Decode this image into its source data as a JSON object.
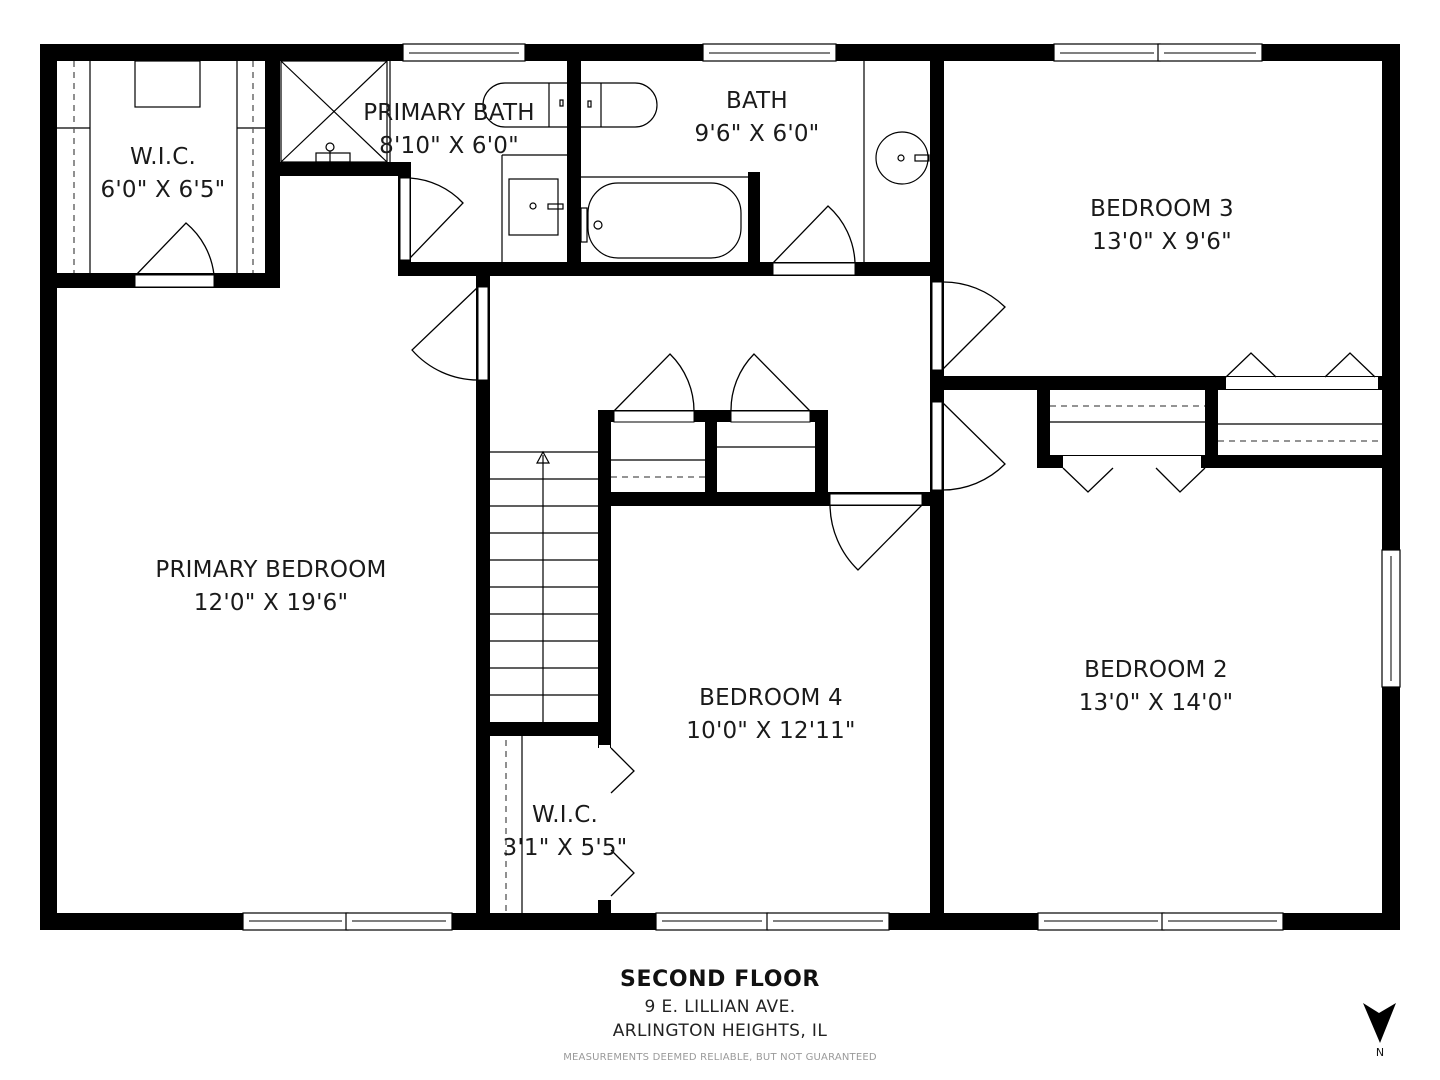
{
  "floor_plan": {
    "colors": {
      "wall": "#000000",
      "background": "#ffffff",
      "line": "#000000",
      "dashed": "#555555",
      "disclaimer": "#9a9a9a"
    },
    "rooms": [
      {
        "id": "wic-primary",
        "name": "W.I.C.",
        "dimensions": "6'0\" X 6'5\""
      },
      {
        "id": "primary-bath",
        "name": "PRIMARY BATH",
        "dimensions": "8'10\" X 6'0\""
      },
      {
        "id": "bath",
        "name": "BATH",
        "dimensions": "9'6\" X 6'0\""
      },
      {
        "id": "bedroom-3",
        "name": "BEDROOM 3",
        "dimensions": "13'0\" X 9'6\""
      },
      {
        "id": "primary-bedroom",
        "name": "PRIMARY BEDROOM",
        "dimensions": "12'0\" X 19'6\""
      },
      {
        "id": "bedroom-4",
        "name": "BEDROOM 4",
        "dimensions": "10'0\" X 12'11\""
      },
      {
        "id": "bedroom-2",
        "name": "BEDROOM 2",
        "dimensions": "13'0\" X 14'0\""
      },
      {
        "id": "wic-bedroom4",
        "name": "W.I.C.",
        "dimensions": "3'1\" X 5'5\""
      }
    ],
    "footer": {
      "title": "SECOND FLOOR",
      "address_line1": "9 E. LILLIAN AVE.",
      "address_line2": "ARLINGTON HEIGHTS, IL",
      "disclaimer": "MEASUREMENTS DEEMED RELIABLE, BUT NOT GUARANTEED"
    },
    "compass": {
      "icon": "north-arrow-icon",
      "label": "N"
    }
  }
}
